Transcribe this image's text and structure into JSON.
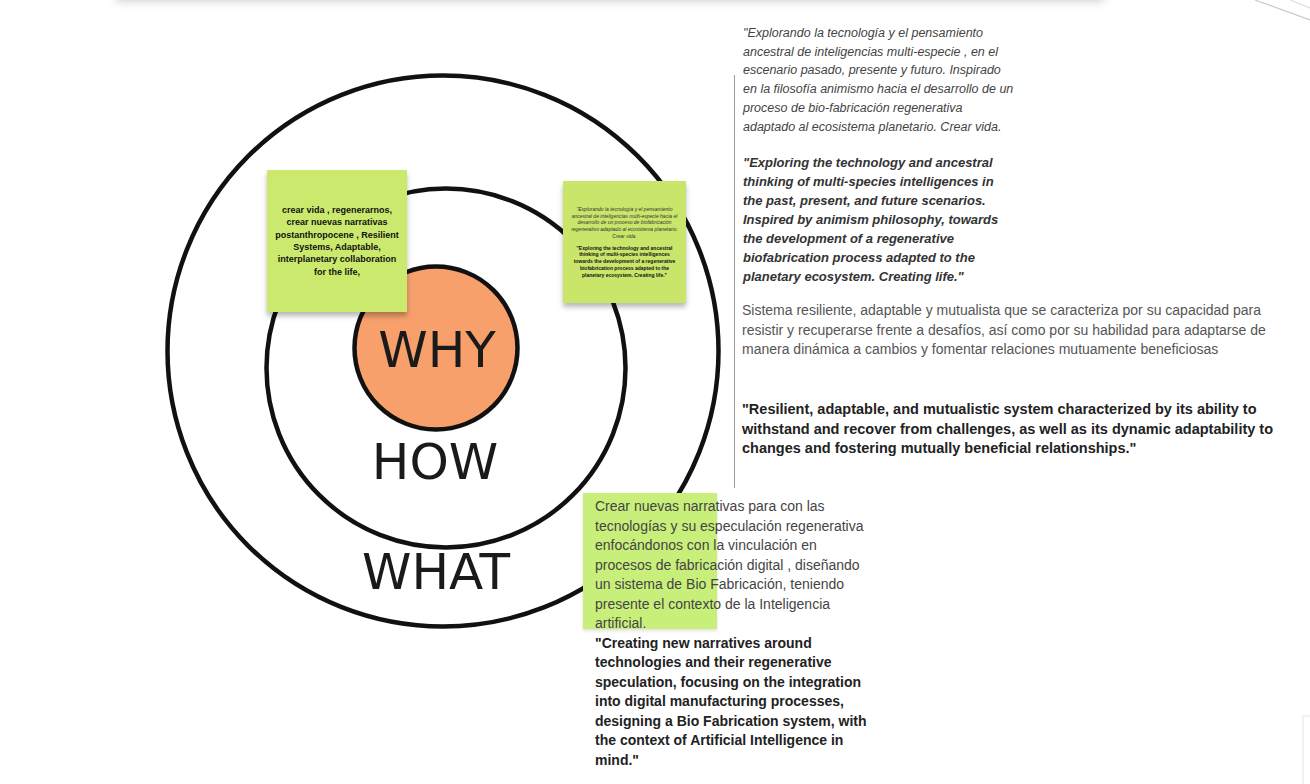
{
  "diagram": {
    "nodes": [
      {
        "text": [
          "WHAT"
        ]
      },
      {
        "text": [
          "HOW"
        ],
        "in": 0
      },
      {
        "text": [
          "WHY"
        ],
        "in": 1
      },
      {
        "text": [
          "crear vida , regenerarnos, crear nuevas narrativas postanthropocene , Resilient Systems, Adaptable, interplanetary collaboration for the life,"
        ]
      },
      {
        "text": [
          "\"Explorando la tecnología y el pensamiento ancestral de inteligencias multi-especie hacia el desarrollo de un proceso de biofabricación regenerativo adaptado al ecosistema planetario. Crear vida.",
          "\"Exploring the technology and ancestral thinking of multi-species intelligences towards the development of a regenerative biofabrication process adapted to the planetary ecosystem. Creating life.\""
        ]
      },
      {
        "text": [
          "Crear nuevas narrativas para con las tecnologías y su especulación regenerativa enfocándonos con la vinculación en procesos de fabricación digital , diseñando un sistema de Bio Fabricación, teniendo presente el contexto de la Inteligencia artificial.",
          "\"Creating new narratives around technologies and their regenerative speculation, focusing on the integration into digital manufacturing processes, designing a Bio Fabrication system, with the context of Artificial Intelligence in mind.\""
        ]
      }
    ],
    "labels": [
      "\"Explorando la tecnología y el pensamiento ancestral de inteligencias multi-especie , en el escenario pasado, presente y futuro. Inspirado en la filosofía animismo hacia el desarrollo de un proceso de bio-fabricación regenerativa adaptado al ecosistema planetario. Crear vida.",
      "\"Exploring the technology and ancestral thinking of multi-species intelligences in the past, present, and future scenarios. Inspired by animism philosophy, towards the development of a regenerative biofabrication process adapted to the planetary ecosystem. Creating life.\"",
      "Sistema resiliente, adaptable y mutualista que se caracteriza por su capacidad para resistir y recuperarse frente a desafíos, así como por su habilidad para adaptarse de manera dinámica a cambios y fomentar relaciones mutuamente beneficiosas",
      "\"Resilient, adaptable, and mutualistic system characterized by its ability to withstand and recover from challenges, as well as its dynamic adaptability to changes and fostering mutually beneficial relationships.\""
    ]
  }
}
